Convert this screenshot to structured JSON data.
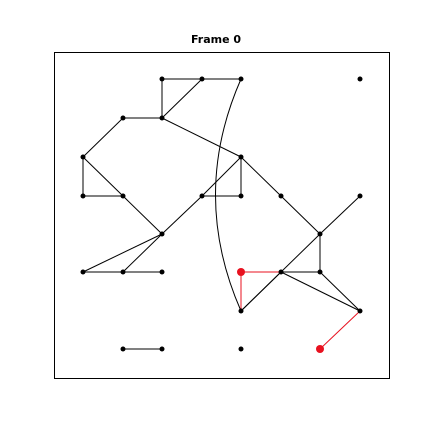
{
  "figure": {
    "title": "Frame 0"
  },
  "colors": {
    "background": "#ffffff",
    "axes_border": "#000000",
    "node": "#000000",
    "edge": "#000000",
    "highlight": "#e8111f"
  },
  "graph": {
    "nodes": [
      {
        "id": "n1"
      },
      {
        "id": "n2"
      },
      {
        "id": "n3"
      },
      {
        "id": "n4"
      },
      {
        "id": "n5"
      },
      {
        "id": "n6"
      },
      {
        "id": "n7"
      },
      {
        "id": "n8"
      },
      {
        "id": "n9"
      },
      {
        "id": "n10"
      },
      {
        "id": "n11"
      },
      {
        "id": "n12"
      },
      {
        "id": "n13"
      },
      {
        "id": "n14"
      },
      {
        "id": "n15"
      },
      {
        "id": "n16"
      },
      {
        "id": "n17"
      },
      {
        "id": "n18"
      },
      {
        "id": "n19"
      },
      {
        "id": "n20"
      },
      {
        "id": "n21"
      },
      {
        "id": "n22"
      },
      {
        "id": "n23"
      },
      {
        "id": "n24"
      },
      {
        "id": "n25"
      },
      {
        "id": "n26"
      },
      {
        "id": "n27"
      },
      {
        "id": "n28"
      }
    ],
    "highlighted_nodes": [
      "n21",
      "n28"
    ],
    "edges": [
      {
        "from": "n2",
        "to": "n3"
      },
      {
        "from": "n3",
        "to": "n4"
      },
      {
        "from": "n2",
        "to": "n6"
      },
      {
        "from": "n5",
        "to": "n6"
      },
      {
        "from": "n3",
        "to": "n6"
      },
      {
        "from": "n6",
        "to": "n8"
      },
      {
        "from": "n5",
        "to": "n7"
      },
      {
        "from": "n7",
        "to": "n10"
      },
      {
        "from": "n7",
        "to": "n11"
      },
      {
        "from": "n10",
        "to": "n11"
      },
      {
        "from": "n11",
        "to": "n17"
      },
      {
        "from": "n17",
        "to": "n18"
      },
      {
        "from": "n17",
        "to": "n19"
      },
      {
        "from": "n17",
        "to": "n12"
      },
      {
        "from": "n12",
        "to": "n8"
      },
      {
        "from": "n8",
        "to": "n13"
      },
      {
        "from": "n12",
        "to": "n13"
      },
      {
        "from": "n8",
        "to": "n14"
      },
      {
        "from": "n14",
        "to": "n16"
      },
      {
        "from": "n15",
        "to": "n16"
      },
      {
        "from": "n16",
        "to": "n20"
      },
      {
        "from": "n16",
        "to": "n23"
      },
      {
        "from": "n23",
        "to": "n24"
      },
      {
        "from": "n24",
        "to": "n22"
      },
      {
        "from": "n22",
        "to": "n20"
      },
      {
        "from": "n22",
        "to": "n23"
      },
      {
        "from": "n18",
        "to": "n19"
      },
      {
        "from": "n4",
        "to": "n20",
        "curved": true
      },
      {
        "from": "n25",
        "to": "n26"
      },
      {
        "from": "n21",
        "to": "n22",
        "highlight": true
      },
      {
        "from": "n21",
        "to": "n20",
        "highlight": true
      },
      {
        "from": "n28",
        "to": "n24",
        "highlight": true
      }
    ]
  }
}
